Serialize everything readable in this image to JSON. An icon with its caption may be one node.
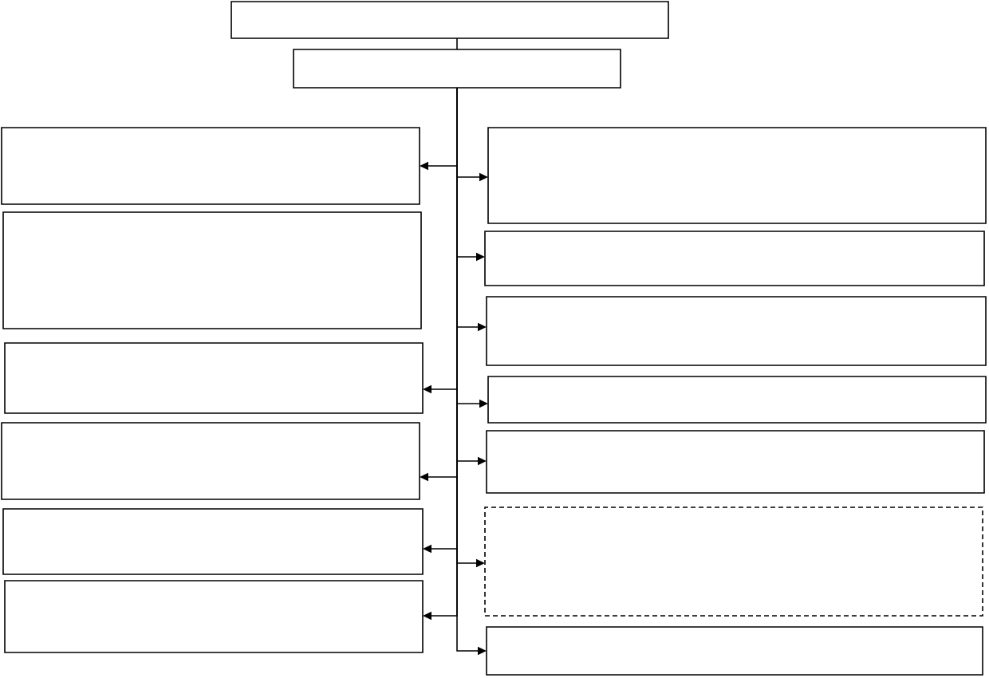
{
  "diagram": {
    "nodes": [
      {
        "text": [],
        "shape": "box"
      },
      {
        "text": [],
        "shape": "box"
      },
      {
        "text": [],
        "shape": "box"
      },
      {
        "text": [],
        "shape": "box"
      },
      {
        "text": [],
        "shape": "box"
      },
      {
        "text": [],
        "shape": "box"
      },
      {
        "text": [],
        "shape": "box"
      },
      {
        "text": [],
        "shape": "box"
      },
      {
        "text": [],
        "shape": "box"
      },
      {
        "text": [],
        "shape": "box"
      },
      {
        "text": [],
        "shape": "box"
      },
      {
        "text": [],
        "shape": "box"
      },
      {
        "text": [],
        "shape": "box"
      },
      {
        "text": [],
        "shape": "box"
      },
      {
        "text": [],
        "shape": "box"
      }
    ],
    "edges": [
      {
        "from": 0,
        "to": 1,
        "arrow": "none"
      },
      {
        "from": 1,
        "to": 2,
        "arrow": "to"
      },
      {
        "from": 1,
        "to": 4,
        "arrow": "to"
      },
      {
        "from": 1,
        "to": 5,
        "arrow": "to"
      },
      {
        "from": 1,
        "to": 6,
        "arrow": "to"
      },
      {
        "from": 1,
        "to": 7,
        "arrow": "to"
      },
      {
        "from": 1,
        "to": 8,
        "arrow": "to"
      },
      {
        "from": 1,
        "to": 9,
        "arrow": "to"
      },
      {
        "from": 1,
        "to": 10,
        "arrow": "to"
      },
      {
        "from": 1,
        "to": 11,
        "arrow": "to"
      },
      {
        "from": 1,
        "to": 12,
        "arrow": "to"
      },
      {
        "from": 1,
        "to": 13,
        "arrow": "to"
      },
      {
        "from": 1,
        "to": 14,
        "arrow": "to"
      }
    ]
  }
}
